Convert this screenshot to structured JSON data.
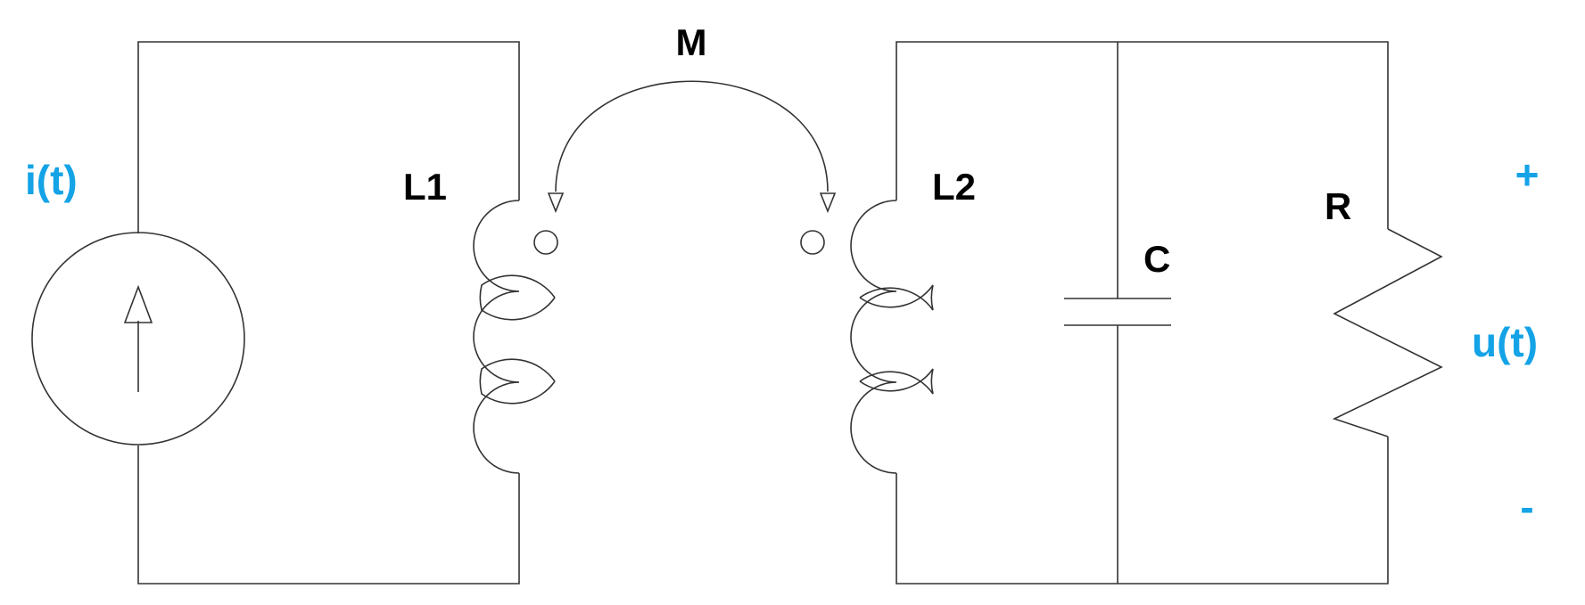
{
  "labels": {
    "source_current": "i(t)",
    "inductor_primary": "L1",
    "inductor_secondary": "L2",
    "mutual_inductance": "M",
    "capacitor": "C",
    "resistor": "R",
    "output_voltage": "u(t)",
    "plus_terminal": "+",
    "minus_terminal": "-"
  },
  "colors": {
    "accent_blue": "#14a3e6",
    "line": "#333333",
    "text": "#000000"
  }
}
